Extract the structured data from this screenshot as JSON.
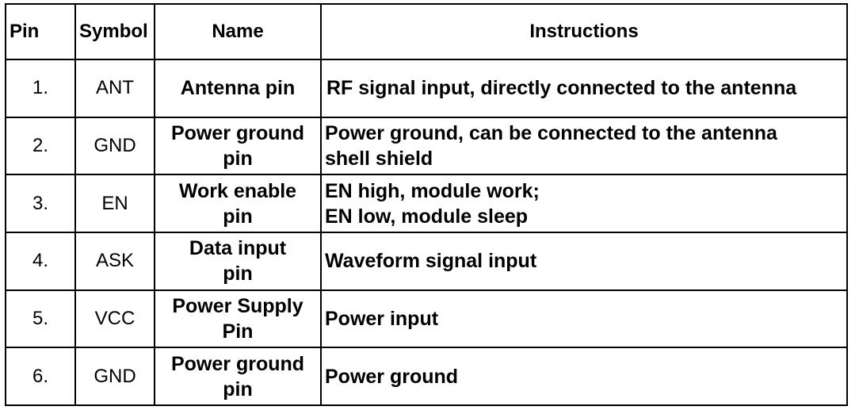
{
  "table": {
    "headers": {
      "pin": "Pin",
      "symbol": "Symbol",
      "name": "Name",
      "instructions": "Instructions"
    },
    "rows": [
      {
        "pin": "1.",
        "symbol": "ANT",
        "name_lines": [
          "Antenna pin"
        ],
        "instruction_lines": [
          "RF signal input, directly connected to the antenna"
        ]
      },
      {
        "pin": "2.",
        "symbol": "GND",
        "name_lines": [
          "Power ground",
          "pin"
        ],
        "instruction_lines": [
          "Power ground, can be connected to the antenna",
          "shell shield"
        ]
      },
      {
        "pin": "3.",
        "symbol": "EN",
        "name_lines": [
          "Work enable",
          "pin"
        ],
        "instruction_lines": [
          "EN high, module work;",
          "EN low, module sleep"
        ]
      },
      {
        "pin": "4.",
        "symbol": "ASK",
        "name_lines": [
          "Data input",
          "pin"
        ],
        "instruction_lines": [
          "Waveform signal input"
        ]
      },
      {
        "pin": "5.",
        "symbol": "VCC",
        "name_lines": [
          "Power Supply",
          "Pin"
        ],
        "instruction_lines": [
          "Power input"
        ]
      },
      {
        "pin": "6.",
        "symbol": "GND",
        "name_lines": [
          "Power ground",
          "pin"
        ],
        "instruction_lines": [
          "Power ground"
        ]
      }
    ]
  }
}
